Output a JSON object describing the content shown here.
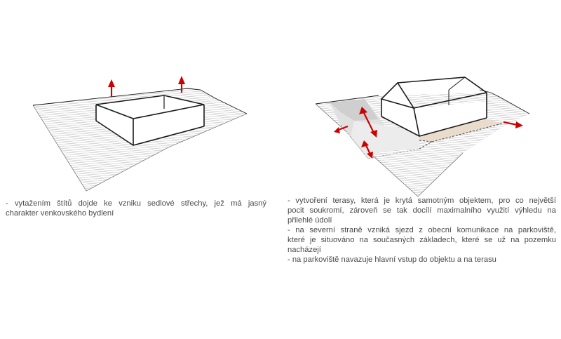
{
  "left_caption": {
    "lines": [
      "- vytažením štítů dojde ke vzniku sedlové střechy, jež má jasný",
      "charakter venkovského bydlení"
    ]
  },
  "right_caption": {
    "lines": [
      "- vytvoření terasy, která je krytá samotným objektem, pro co největší",
      "pocit soukromí, zároveň se tak docílí maximalního využití výhledu na",
      "přilehlé údolí",
      "- na severní straně vzniká sjezd z obecní komunikace na parkoviště,",
      "které je situováno na současných základech, které se už na pozemku",
      "nacházejí",
      "- na parkoviště navazuje hlavní vstup do objektu a na terasu"
    ]
  },
  "colors": {
    "arrow": "#cc0000",
    "line": "#1a1a1a",
    "hatch": "#a8a8a8",
    "ramp": "#d9d9d9",
    "terrace": "#e9dccd",
    "text": "#4a4a4a"
  },
  "icons": {
    "up_arrow": "arrow-up-icon",
    "double_arrow": "double-arrow-icon"
  }
}
